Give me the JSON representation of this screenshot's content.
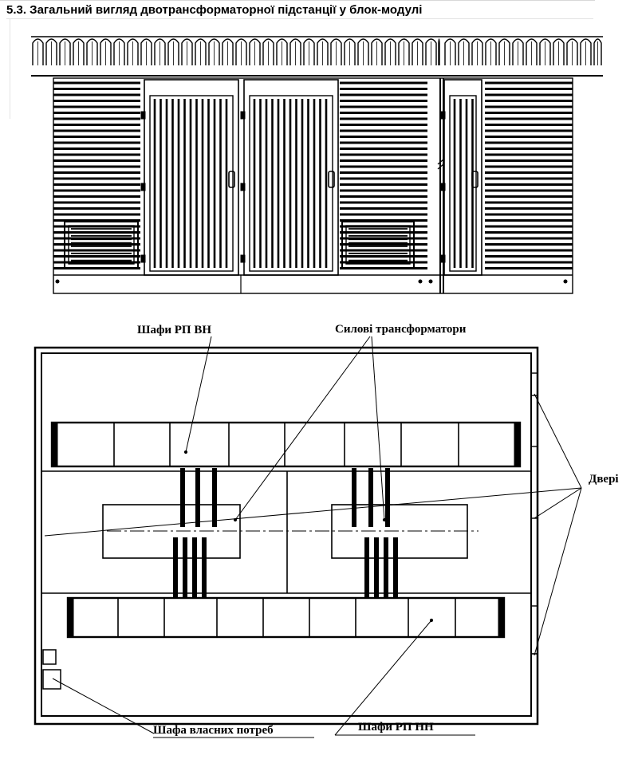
{
  "heading": "5.3. Загальний вигляд двотрансформаторної підстанції у блок-модулі",
  "labels": {
    "rp_vn": "Шафи РП ВН",
    "transformers": "Силові трансформатори",
    "doors": "Двері",
    "own_needs": "Шафа власних потреб",
    "rp_nn": "Шафи РП НН"
  }
}
